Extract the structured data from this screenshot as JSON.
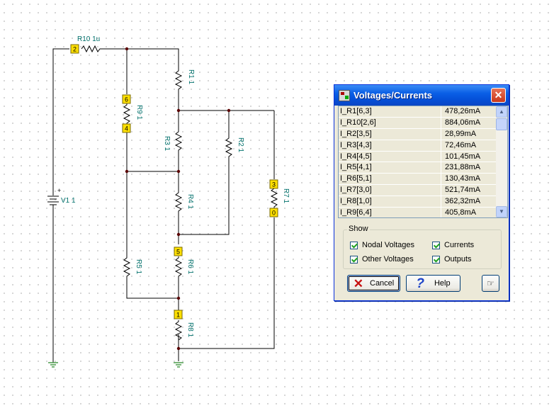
{
  "schematic": {
    "components": {
      "r10": "R10 1u",
      "r1": "R1 1",
      "r9": "R9 1",
      "r3": "R3 1",
      "r2": "R2 1",
      "r4": "R4 1",
      "r5": "R5 1",
      "r6": "R6 1",
      "r7": "R7 1",
      "r8": "R8 1",
      "v1": "V1 1",
      "plus": "+"
    },
    "nodes": {
      "n2": "2",
      "n6": "6",
      "n4": "4",
      "n5": "5",
      "n3": "3",
      "n0": "0",
      "n1": "1"
    }
  },
  "dialog": {
    "title": "Voltages/Currents",
    "close_label": "✕",
    "rows": [
      {
        "name": "I_R1[6,3]",
        "value": "478,26mA"
      },
      {
        "name": "I_R10[2,6]",
        "value": "884,06mA"
      },
      {
        "name": "I_R2[3,5]",
        "value": "28,99mA"
      },
      {
        "name": "I_R3[4,3]",
        "value": "72,46mA"
      },
      {
        "name": "I_R4[4,5]",
        "value": "101,45mA"
      },
      {
        "name": "I_R5[4,1]",
        "value": "231,88mA"
      },
      {
        "name": "I_R6[5,1]",
        "value": "130,43mA"
      },
      {
        "name": "I_R7[3,0]",
        "value": "521,74mA"
      },
      {
        "name": "I_R8[1,0]",
        "value": "362,32mA"
      },
      {
        "name": "I_R9[6,4]",
        "value": "405,8mA"
      }
    ],
    "show_group": {
      "label": "Show",
      "nodal_voltages": "Nodal Voltages",
      "currents": "Currents",
      "other_voltages": "Other Voltages",
      "outputs": "Outputs"
    },
    "buttons": {
      "cancel": "Cancel",
      "help": "Help",
      "cancel_icon": "✕",
      "help_icon": "?",
      "pointer_icon": "☞"
    }
  }
}
